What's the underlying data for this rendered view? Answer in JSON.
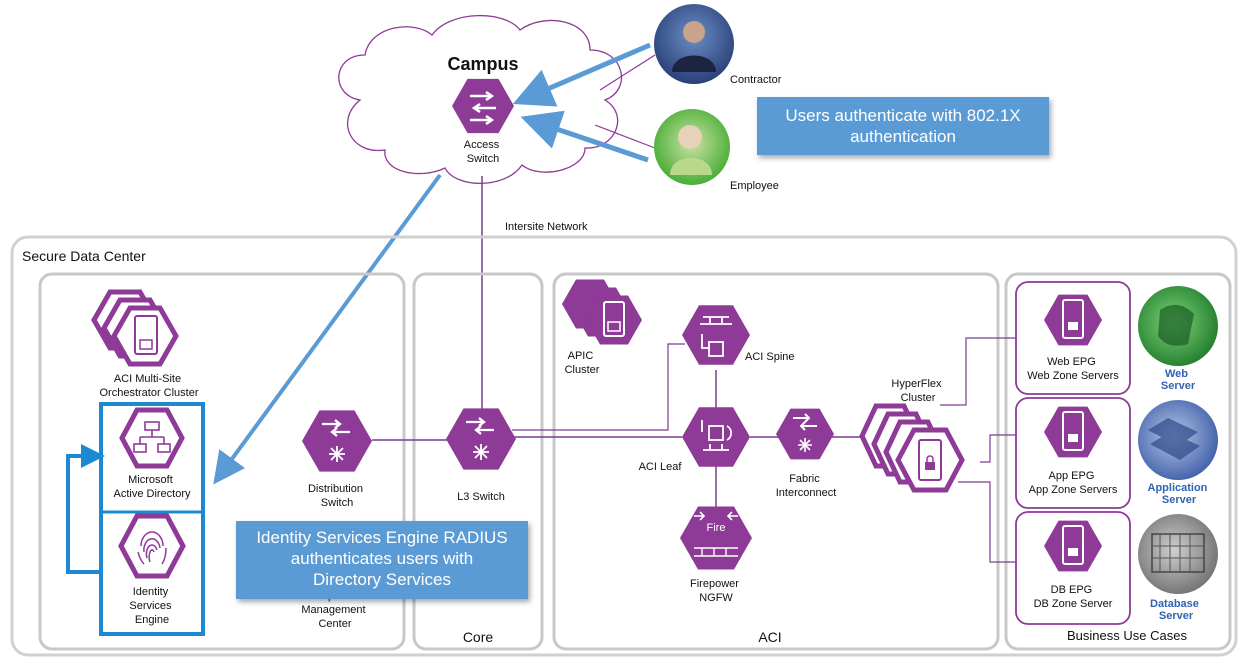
{
  "colors": {
    "purple": "#8e3a97",
    "line_purple": "#7a3c92",
    "arrow_blue": "#5b9bd5",
    "box_blue": "#1b8ad3",
    "panel_gray": "#c8c8c8"
  },
  "campus": {
    "title": "Campus",
    "access_switch": [
      "Access",
      "Switch"
    ]
  },
  "users": {
    "contractor": "Contractor",
    "employee": "Employee"
  },
  "callouts": {
    "users_auth": [
      "Users authenticate with 802.1X",
      "authentication"
    ],
    "ise_auth": [
      "Identity Services Engine RADIUS",
      "authenticates users with",
      "Directory Services"
    ]
  },
  "intersite_network": "Intersite Network",
  "data_center": {
    "title": "Secure Data Center",
    "left_panel": {
      "msoc": [
        "ACI Multi-Site",
        "Orchestrator Cluster"
      ],
      "ad": [
        "Microsoft",
        "Active Directory"
      ],
      "ise": [
        "Identity",
        "Services",
        "Engine"
      ],
      "distribution_switch": [
        "Distribution",
        "Switch"
      ],
      "fmc": [
        "Firepower",
        "Management",
        "Center"
      ]
    },
    "core": {
      "title": "Core",
      "l3_switch": "L3 Switch"
    },
    "aci": {
      "title": "ACI",
      "apic": [
        "APIC",
        "Cluster"
      ],
      "spine": "ACI Spine",
      "leaf": "ACI Leaf",
      "firewall": [
        "Firepower",
        "NGFW"
      ],
      "fire_label": "Fire",
      "fabric": [
        "Fabric",
        "Interconnect"
      ],
      "hyperflex": [
        "HyperFlex",
        "Cluster"
      ]
    },
    "business": {
      "title": "Business  Use Cases",
      "web_epg": [
        "Web EPG",
        "Web Zone Servers"
      ],
      "app_epg": [
        "App EPG",
        "App Zone Servers"
      ],
      "db_epg": [
        "DB EPG",
        "DB Zone Server"
      ],
      "web_server": [
        "Web",
        "Server"
      ],
      "app_server": [
        "Application",
        "Server"
      ],
      "db_server": [
        "Database",
        "Server"
      ]
    }
  }
}
